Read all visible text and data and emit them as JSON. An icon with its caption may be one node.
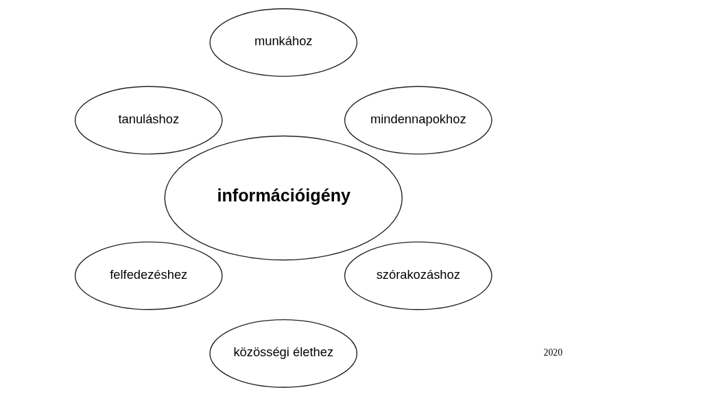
{
  "diagram": {
    "nodes": [
      {
        "text": [
          "információigény"
        ]
      },
      {
        "text": [
          "mindennapokhoz"
        ]
      },
      {
        "text": [
          "munkához"
        ]
      },
      {
        "text": [
          "tanuláshoz"
        ]
      },
      {
        "text": [
          "felfedezéshez"
        ]
      },
      {
        "text": [
          "közösségi élethez"
        ]
      },
      {
        "text": [
          "szórakozáshoz"
        ]
      }
    ],
    "edges": [],
    "labels": [
      "2020"
    ]
  }
}
